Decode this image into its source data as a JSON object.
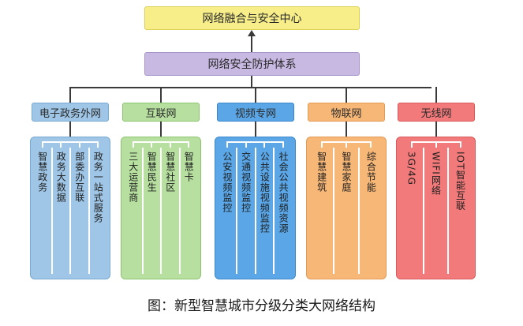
{
  "top_box": "网络融合与安全中心",
  "mid_box": "网络安全防护体系",
  "categories": [
    {
      "label": "电子政务外网",
      "color": "#9fc6e6",
      "border": "#78a9d0",
      "items": [
        "智慧政务",
        "政务大数据",
        "部委办互联",
        "政务一站式服务"
      ]
    },
    {
      "label": "互联网",
      "color": "#b7e0a0",
      "border": "#8dc46f",
      "items": [
        "三大运营商",
        "智慧民生",
        "智慧社区",
        "智慧卡"
      ]
    },
    {
      "label": "视频专网",
      "color": "#5aa6e6",
      "border": "#3b87c9",
      "items": [
        "公安视频监控",
        "交通视频监控",
        "公共设施视频监控",
        "社会公共视频资源"
      ]
    },
    {
      "label": "物联网",
      "color": "#f7b777",
      "border": "#e29a55",
      "items": [
        "智慧建筑",
        "智慧家庭",
        "综合节能"
      ]
    },
    {
      "label": "无线网",
      "color": "#f27a7a",
      "border": "#d95a5a",
      "items": [
        "3G/4G",
        "WIFI网络",
        "IOT智能互联"
      ]
    }
  ],
  "caption": "图：新型智慧城市分级分类大网络结构"
}
